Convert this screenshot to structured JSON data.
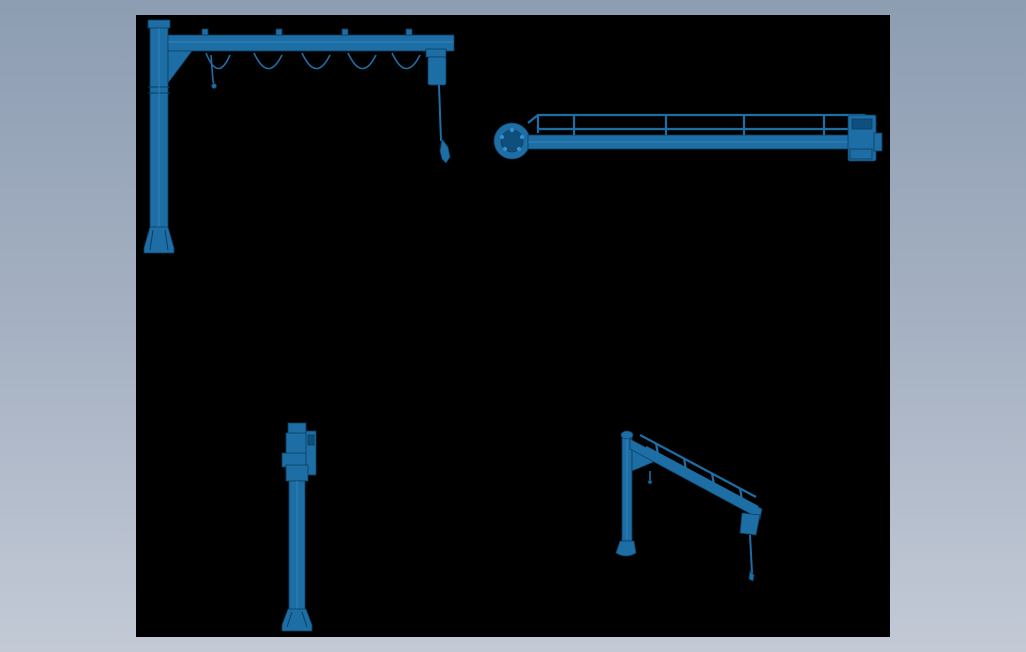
{
  "canvas": {
    "background_gradient": [
      "#8d9db2",
      "#c3cad6"
    ],
    "viewport_background": "#000000"
  },
  "model": {
    "part_color": "#1e6ea6",
    "edge_color": "#0b3d62",
    "highlight_color": "#3a8cc4"
  },
  "views": [
    {
      "name": "front-view",
      "subject": "jib-crane"
    },
    {
      "name": "top-view",
      "subject": "jib-crane"
    },
    {
      "name": "side-view",
      "subject": "jib-crane"
    },
    {
      "name": "isometric-view",
      "subject": "jib-crane"
    }
  ]
}
